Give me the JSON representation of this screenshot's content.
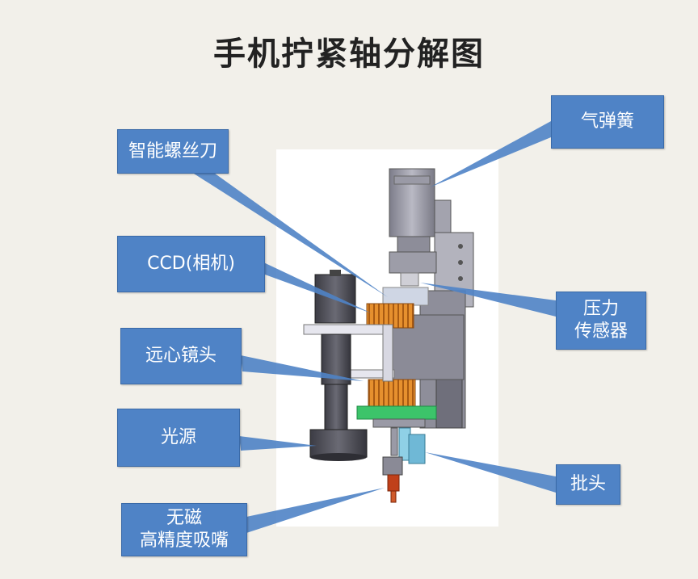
{
  "title": "手机拧紧轴分解图",
  "labels": {
    "air_spring": "气弹簧",
    "smart_screwdriver": "智能螺丝刀",
    "ccd_camera": "CCD(相机)",
    "pressure_sensor_line1": "压力",
    "pressure_sensor_line2": "传感器",
    "telecentric_lens": "远心镜头",
    "light_source": "光源",
    "screwdriver_bit": "批头",
    "nozzle_line1": "无磁",
    "nozzle_line2": "高精度吸嘴"
  },
  "colors": {
    "label_fill": "#4f83c6",
    "background": "#f2f0ea",
    "motor_orange": "#e08a2a",
    "bracket_green": "#3cc46a",
    "nozzle_red": "#c0401a"
  }
}
